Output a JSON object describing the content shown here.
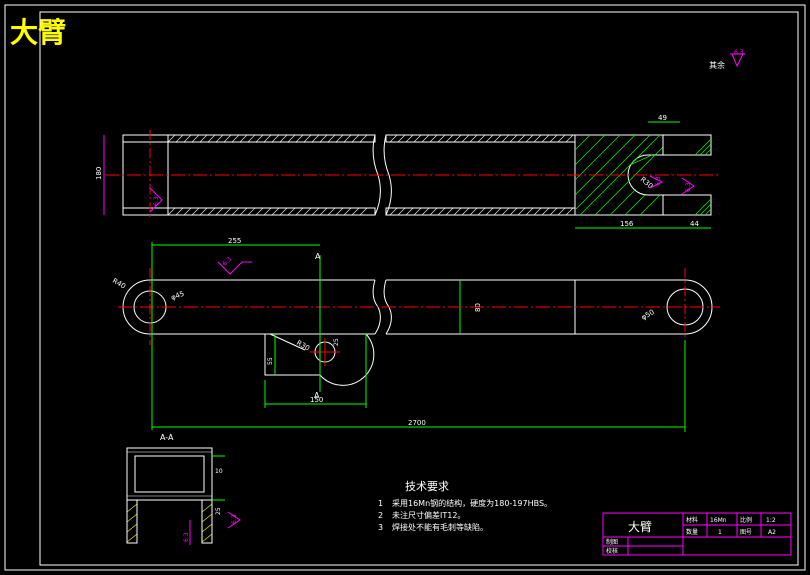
{
  "corner_title": "大臂",
  "surface_note": {
    "label": "其余",
    "value": "6.3"
  },
  "dims": {
    "d49": "49",
    "d180": "180",
    "d156": "156",
    "d44": "44",
    "dR30": "R30",
    "d255": "255",
    "dR40": "R40",
    "dphi45": "φ45",
    "d80": "80",
    "dphi50": "φ50",
    "dR30b": "R30",
    "d25": "25",
    "d55": "55",
    "d150": "150",
    "d2700": "2700",
    "d10": "10",
    "d25b": "25"
  },
  "roughness": {
    "r1": "6.3",
    "r2": "6.3",
    "r3": "6.3",
    "r4": "6.3",
    "r5": "6.3"
  },
  "section_marks": {
    "a_top": "A",
    "a_bottom": "A",
    "aa_label": "A-A"
  },
  "tech_req": {
    "heading": "技术要求",
    "items": [
      {
        "n": "1",
        "text": "采用16Mn钢的结构，硬度为180-197HBS。"
      },
      {
        "n": "2",
        "text": "未注尺寸偏差IT12。"
      },
      {
        "n": "3",
        "text": "焊接处不能有毛刺等缺陷。"
      }
    ]
  },
  "title_block": {
    "name": "大臂",
    "material_label": "材料",
    "material_value": "16Mn",
    "scale_label": "比例",
    "scale_value": "1:2",
    "qty_label": "数量",
    "qty_value": "1",
    "dwg_label": "图号",
    "dwg_value": "A2",
    "drawn_label": "制图",
    "checked_label": "校核"
  },
  "colors": {
    "outline": "#ffffff",
    "centerline": "#ff0000",
    "dimension": "#00ff00",
    "annotation": "#ff00ff",
    "hatch": "#00ff00",
    "title_text": "#ffff00"
  }
}
